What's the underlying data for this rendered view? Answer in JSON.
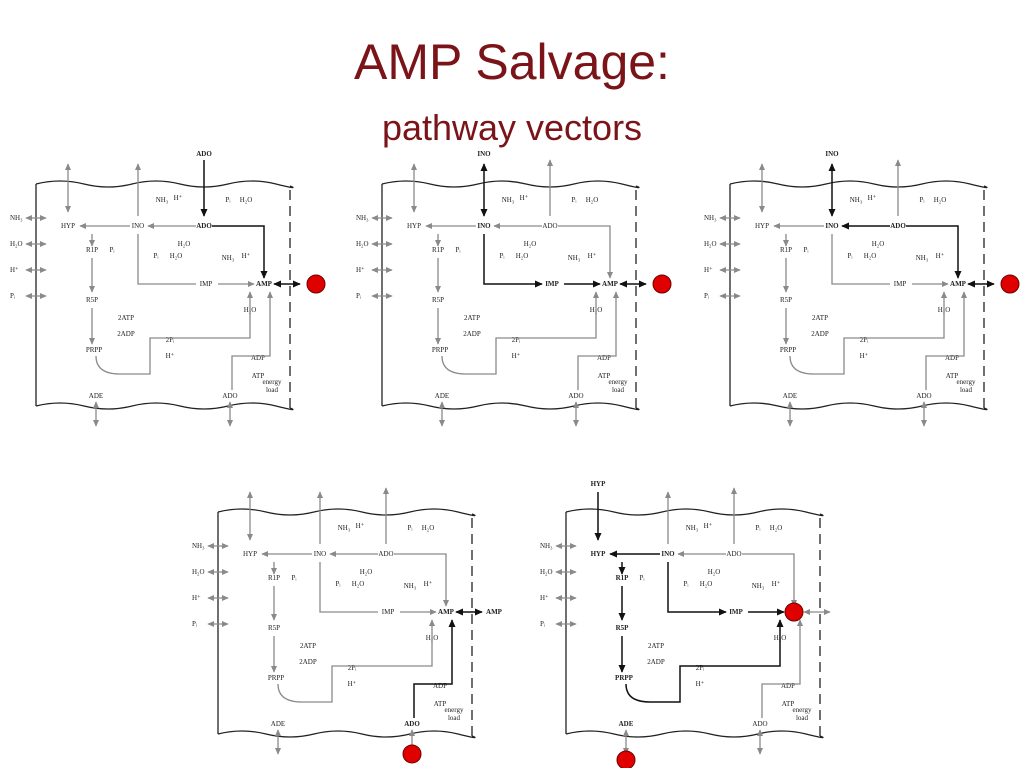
{
  "title": "AMP Salvage:",
  "subtitle": "pathway vectors",
  "labels": {
    "ado": "ADO",
    "ino": "INO",
    "hyp": "HYP",
    "amp": "AMP",
    "imp": "IMP",
    "ade": "ADE",
    "r1p": "R1P",
    "r5p": "R5P",
    "prpp": "PRPP",
    "nh3": "NH₃",
    "h2o": "H₂O",
    "hplus": "H⁺",
    "pi": "Pᵢ",
    "atp": "ATP",
    "adp": "ADP",
    "two_atp": "2ATP",
    "two_adp": "2ADP",
    "two_pi": "2Pᵢ",
    "energy": "energy",
    "load": "load"
  },
  "colors": {
    "title": "#7a1418",
    "marker": "#e00000",
    "inactive": "#8a8a8a",
    "active": "#111111"
  },
  "panels": [
    {
      "id": "p1",
      "exported": "ADO",
      "marker": "right"
    },
    {
      "id": "p2",
      "exported": "INO",
      "marker": "right"
    },
    {
      "id": "p3",
      "exported": "INO",
      "marker": "right"
    },
    {
      "id": "p4",
      "exported": "AMP",
      "marker": "bottom"
    },
    {
      "id": "p5",
      "exported": "HYP",
      "marker": "amp-and-ade"
    }
  ]
}
